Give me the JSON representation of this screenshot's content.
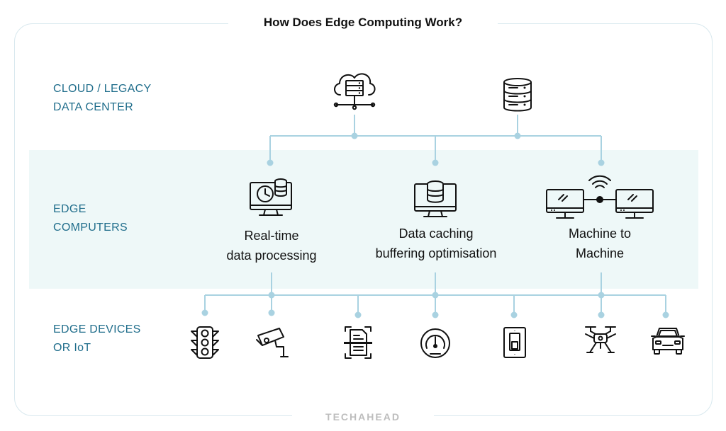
{
  "title": "How Does Edge Computing Work?",
  "rows": {
    "cloud": [
      "CLOUD / LEGACY",
      "DATA CENTER"
    ],
    "edge": [
      "EDGE",
      "COMPUTERS"
    ],
    "devices": [
      "EDGE DEVICES",
      "OR IoT"
    ]
  },
  "edge_nodes": [
    {
      "line1": "Real-time",
      "line2": "data processing",
      "icon": "monitor-clock-database-icon"
    },
    {
      "line1": "Data caching",
      "line2": "buffering optimisation",
      "icon": "monitor-database-icon"
    },
    {
      "line1": "Machine to",
      "line2": "Machine",
      "icon": "two-monitors-wifi-icon"
    }
  ],
  "cloud_icons": [
    "cloud-server-icon",
    "database-server-icon"
  ],
  "device_icons": [
    "traffic-light-icon",
    "security-camera-icon",
    "document-scan-icon",
    "speedometer-icon",
    "light-switch-icon",
    "drone-icon",
    "car-icon"
  ],
  "brand": "TECHAHEAD",
  "colors": {
    "accent": "#1f6d8b",
    "connector": "#a9d2e1",
    "band": "#eef8f8"
  }
}
